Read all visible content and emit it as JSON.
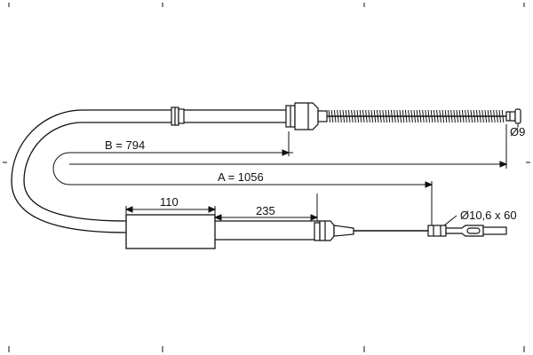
{
  "dimensions": {
    "b_label": "B = 794",
    "a_label": "A = 1056",
    "len_110": "110",
    "len_235": "235",
    "dia_9": "Ø9",
    "dia_eye": "Ø10,6 x 60"
  },
  "colors": {
    "stroke": "#111111",
    "background": "#ffffff"
  }
}
